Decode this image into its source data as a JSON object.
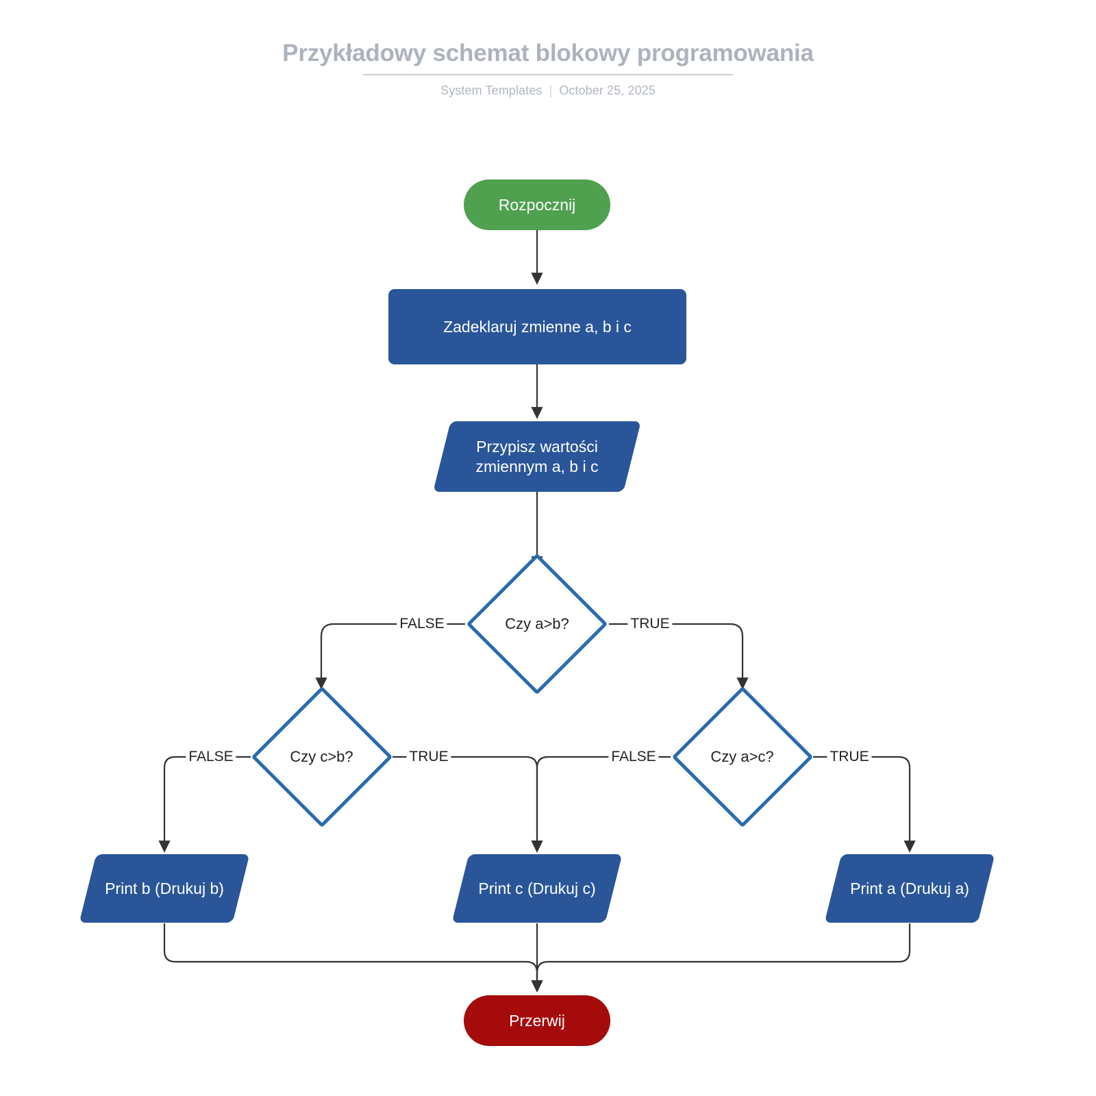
{
  "header": {
    "title": "Przykładowy schemat blokowy programowania",
    "source": "System Templates",
    "separator": "|",
    "date": "October 25, 2025"
  },
  "colors": {
    "start": "#4FA04F",
    "end": "#A60B0B",
    "process": "#2A5699",
    "decision_border": "#2A6BB0",
    "decision_fill": "#FFFFFF",
    "edge": "#333333",
    "title": "#ADB3BD"
  },
  "chart_data": {
    "type": "flowchart",
    "title": "Przykładowy schemat blokowy programowania",
    "nodes": [
      {
        "id": "start",
        "label": "Rozpocznij",
        "shape": "terminator",
        "role": "start"
      },
      {
        "id": "declare",
        "label": "Zadeklaruj zmienne a, b i c",
        "shape": "rectangle",
        "role": "process"
      },
      {
        "id": "assign",
        "label": "Przypisz wartości\nzmiennym a, b i c",
        "shape": "parallelogram",
        "role": "input-output"
      },
      {
        "id": "d1",
        "label": "Czy a>b?",
        "shape": "diamond",
        "role": "decision"
      },
      {
        "id": "d2",
        "label": "Czy c>b?",
        "shape": "diamond",
        "role": "decision"
      },
      {
        "id": "d3",
        "label": "Czy a>c?",
        "shape": "diamond",
        "role": "decision"
      },
      {
        "id": "pb",
        "label": "Print b (Drukuj b)",
        "shape": "parallelogram",
        "role": "output"
      },
      {
        "id": "pc",
        "label": "Print c (Drukuj c)",
        "shape": "parallelogram",
        "role": "output"
      },
      {
        "id": "pa",
        "label": "Print a (Drukuj a)",
        "shape": "parallelogram",
        "role": "output"
      },
      {
        "id": "end",
        "label": "Przerwij",
        "shape": "terminator",
        "role": "end"
      }
    ],
    "edges": [
      {
        "from": "start",
        "to": "declare",
        "label": ""
      },
      {
        "from": "declare",
        "to": "assign",
        "label": ""
      },
      {
        "from": "assign",
        "to": "d1",
        "label": ""
      },
      {
        "from": "d1",
        "to": "d2",
        "label": "FALSE"
      },
      {
        "from": "d1",
        "to": "d3",
        "label": "TRUE"
      },
      {
        "from": "d2",
        "to": "pb",
        "label": "FALSE"
      },
      {
        "from": "d2",
        "to": "pc",
        "label": "TRUE"
      },
      {
        "from": "d3",
        "to": "pc",
        "label": "FALSE"
      },
      {
        "from": "d3",
        "to": "pa",
        "label": "TRUE"
      },
      {
        "from": "pb",
        "to": "end",
        "label": ""
      },
      {
        "from": "pc",
        "to": "end",
        "label": ""
      },
      {
        "from": "pa",
        "to": "end",
        "label": ""
      }
    ]
  },
  "nodes": {
    "start": {
      "label": "Rozpocznij"
    },
    "declare": {
      "label": "Zadeklaruj zmienne a, b i c"
    },
    "assign": {
      "line1": "Przypisz wartości",
      "line2": "zmiennym a, b i c"
    },
    "d1": {
      "label": "Czy a>b?"
    },
    "d2": {
      "label": "Czy c>b?"
    },
    "d3": {
      "label": "Czy a>c?"
    },
    "pb": {
      "label": "Print b (Drukuj b)"
    },
    "pc": {
      "label": "Print c (Drukuj c)"
    },
    "pa": {
      "label": "Print a (Drukuj a)"
    },
    "end": {
      "label": "Przerwij"
    }
  },
  "edge_labels": {
    "d1_false": "FALSE",
    "d1_true": "TRUE",
    "d2_false": "FALSE",
    "d2_true": "TRUE",
    "d3_false": "FALSE",
    "d3_true": "TRUE"
  }
}
